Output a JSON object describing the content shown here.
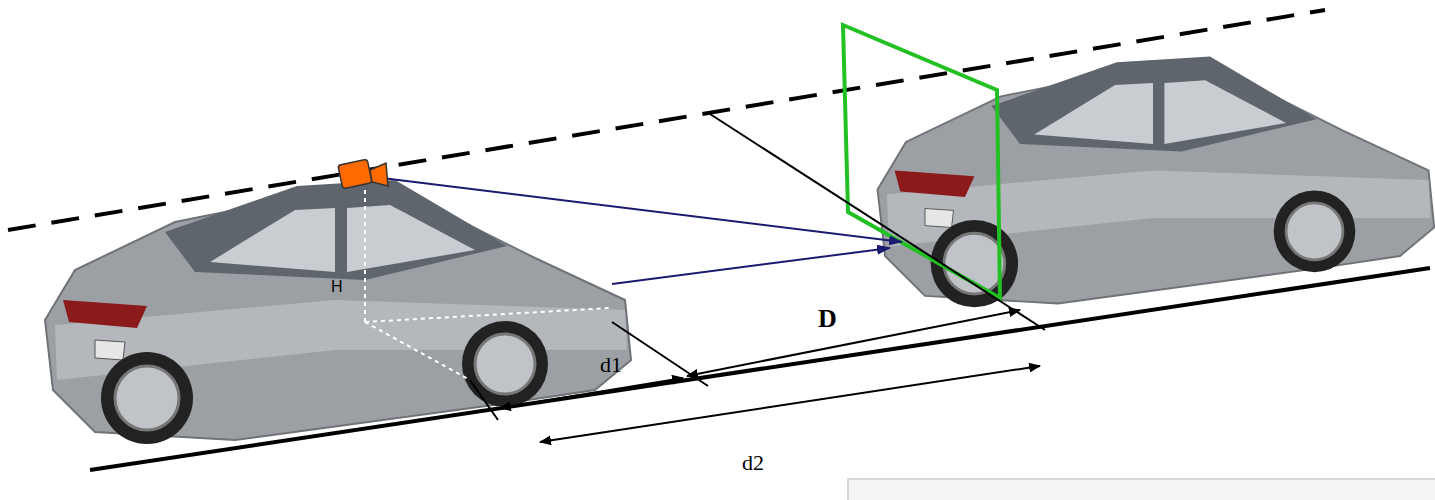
{
  "diagram": {
    "labels": [
      "H",
      "d1",
      "D",
      "d2"
    ]
  }
}
